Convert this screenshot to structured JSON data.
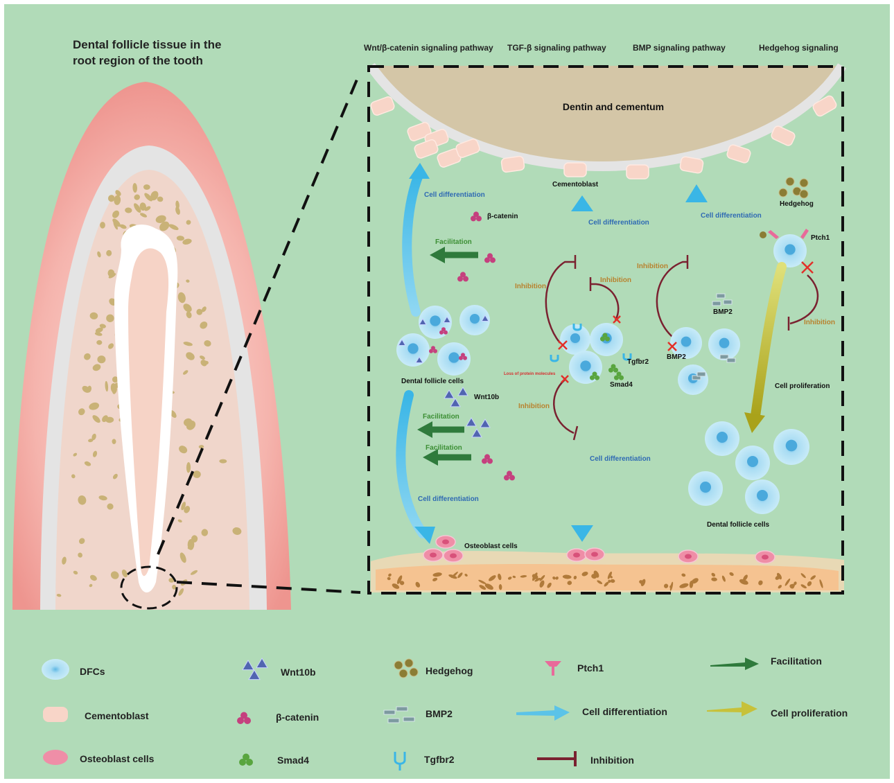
{
  "title_line1": "Dental follicle tissue in the",
  "title_line2": "root region of the tooth",
  "pathways": {
    "wnt": "Wnt/β-catenin signaling pathway",
    "tgf": "TGF-β signaling pathway",
    "bmp": "BMP signaling pathway",
    "hh": "Hedgehog signaling"
  },
  "labels": {
    "dentin": "Dentin and cementum",
    "cementoblast": "Cementoblast",
    "hedgehog": "Hedgehog",
    "ptch1": "Ptch1",
    "beta_catenin": "β-catenin",
    "wnt10b": "Wnt10b",
    "dental_follicle_cells_left": "Dental follicle cells",
    "dental_follicle_cells_right": "Dental follicle cells",
    "osteoblast_cells": "Osteoblast cells",
    "tgfbr2": "Tgfbr2",
    "smad4": "Smad4",
    "bmp2_top": "BMP2",
    "bmp2_cell": "BMP2",
    "loss": "Loss of protein molecules",
    "cell_proliferation": "Cell proliferation",
    "cd_wnt_up": "Cell differentiation",
    "cd_wnt_down": "Cell differentiation",
    "cd_tgf_up": "Cell differentiation",
    "cd_tgf_down": "Cell differentiation",
    "cd_bmp_up": "Cell differentiation",
    "fac1": "Facilitation",
    "fac2": "Facilitation",
    "fac3": "Facilitation",
    "inh_tgf1": "Inhibition",
    "inh_tgf2": "Inhibition",
    "inh_tgf3": "Inhibition",
    "inh_bmp": "Inhibition",
    "inh_hh": "Inhibition"
  },
  "legend": {
    "dfcs": "DFCs",
    "cementoblast": "Cementoblast",
    "osteoblast": "Osteoblast cells",
    "wnt10b": "Wnt10b",
    "beta_catenin": "β-catenin",
    "smad4": "Smad4",
    "hedgehog": "Hedgehog",
    "bmp2": "BMP2",
    "tgfbr2": "Tgfbr2",
    "ptch1": "Ptch1",
    "cell_differentiation": "Cell differentiation",
    "inhibition": "Inhibition",
    "facilitation": "Facilitation",
    "cell_proliferation": "Cell proliferation"
  },
  "colors": {
    "background": "#b1dbb8",
    "gum": "#f0a7a3",
    "tooth_outline": "#e3e3e3",
    "root": "#f0d6cb",
    "bone_spot": "#c9b277",
    "dentin": "#d4c6a7",
    "bone": "#f5c391",
    "dfc": "#9ad3ef",
    "cementoblast": "#f8d5c8",
    "osteoblast": "#ef8ea7",
    "differentiation": "#5bc3e8",
    "facilitation": "#2f7a3c",
    "inhibition": "#7a2130",
    "proliferation": "#b7b22c",
    "wnt10b": "#5165b0",
    "beta_catenin": "#c5407e",
    "smad4": "#59a53f",
    "hedgehog": "#8b7d35",
    "bmp2": "#7d9aa0",
    "text_blue": "#2f6ab3",
    "text_green": "#3c8f34",
    "text_orange": "#b8822e"
  }
}
